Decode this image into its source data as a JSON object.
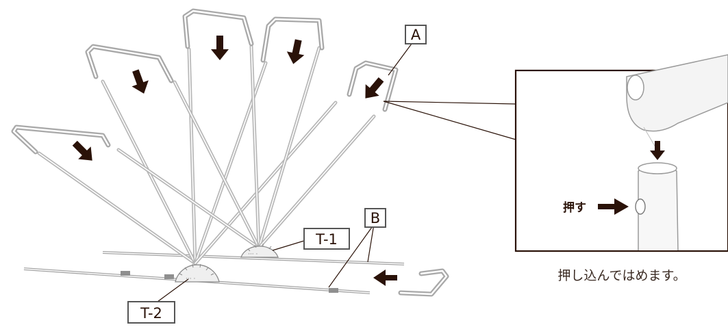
{
  "labels": {
    "a": "A",
    "b": "B",
    "t1": "T-1",
    "t2": "T-2"
  },
  "inset": {
    "push_label": "押す",
    "caption": "押し込んではめます。"
  },
  "colors": {
    "line": "#2a1208",
    "pole": "#b7b7b7",
    "frame": "#2a1208"
  },
  "icons": [
    "down-arrow-icon",
    "right-arrow-icon",
    "left-arrow-icon"
  ]
}
